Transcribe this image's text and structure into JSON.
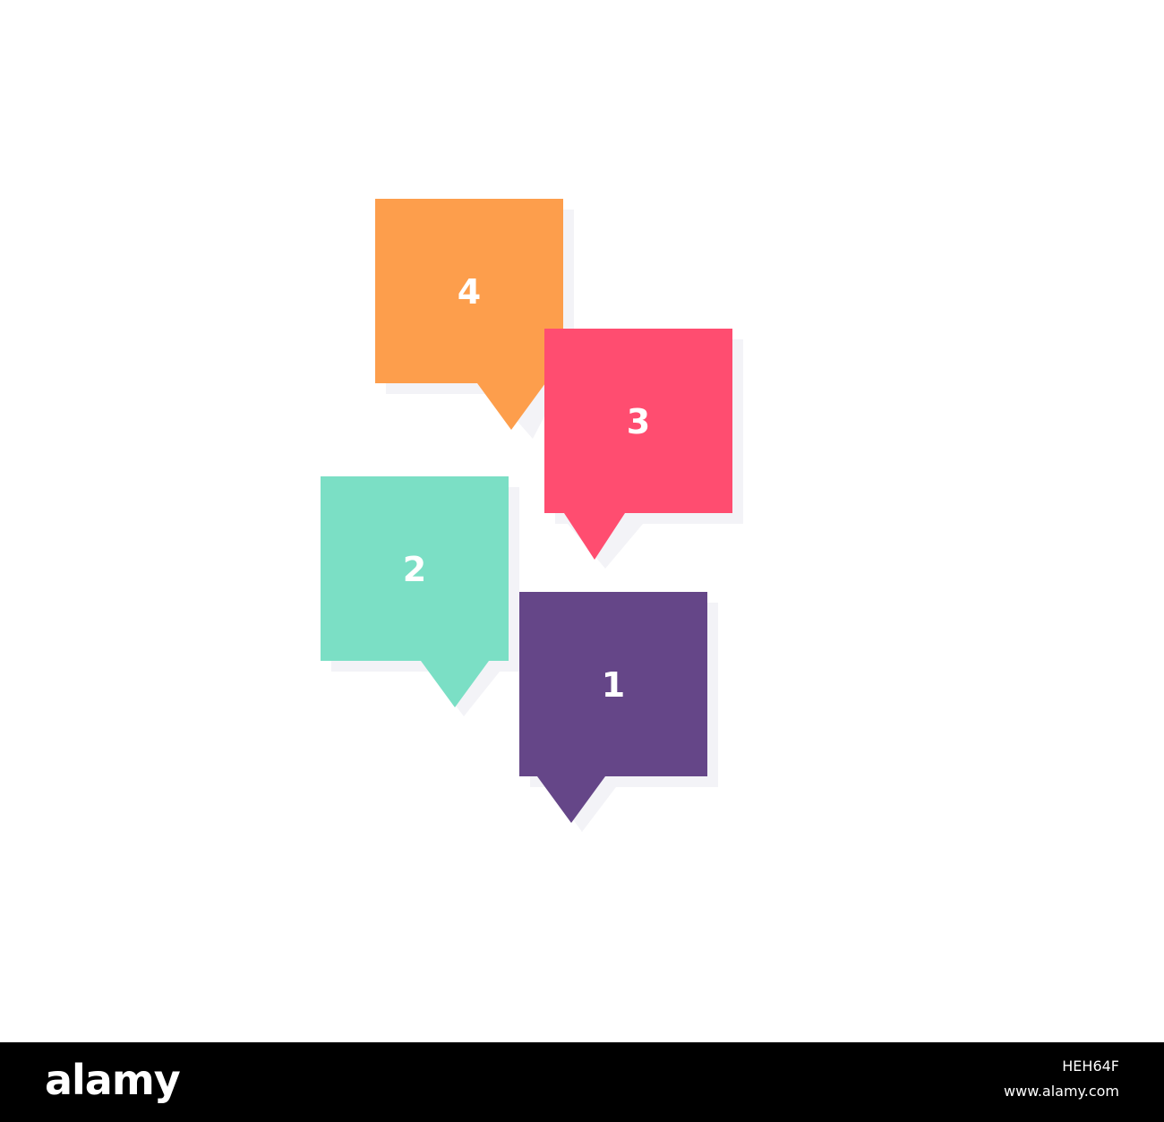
{
  "diagram": {
    "background": "#ffffff",
    "shadow_color": "#eeeef4",
    "bubbles": [
      {
        "id": "bubble-4",
        "label": "4",
        "color": "#fd9e4c",
        "pointer": "center-right"
      },
      {
        "id": "bubble-3",
        "label": "3",
        "color": "#ff4d70",
        "pointer": "center"
      },
      {
        "id": "bubble-2",
        "label": "2",
        "color": "#7bdfc5",
        "pointer": "center-right"
      },
      {
        "id": "bubble-1",
        "label": "1",
        "color": "#654688",
        "pointer": "center-right"
      }
    ]
  },
  "footer": {
    "logo": "alamy",
    "image_id": "HEH64F",
    "url": "www.alamy.com"
  }
}
